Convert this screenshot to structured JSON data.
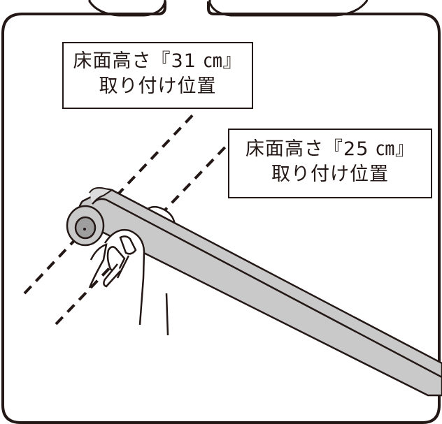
{
  "labels": {
    "height_31": {
      "line1": "床面高さ『31 ㎝』",
      "line2": "取り付け位置"
    },
    "height_25": {
      "line1": "床面高さ『25 ㎝』",
      "line2": "取り付け位置"
    }
  },
  "colors": {
    "outline": "#231815",
    "frame_bg": "#ffffff",
    "bar_fill": "#c9c9c9",
    "bar_light": "#dcdcdc",
    "bolt_fill": "#9e9e9e",
    "dashed_line": "#231815"
  },
  "icons": {
    "pin": "lock-pin-icon",
    "bolt": "bolt-icon"
  }
}
